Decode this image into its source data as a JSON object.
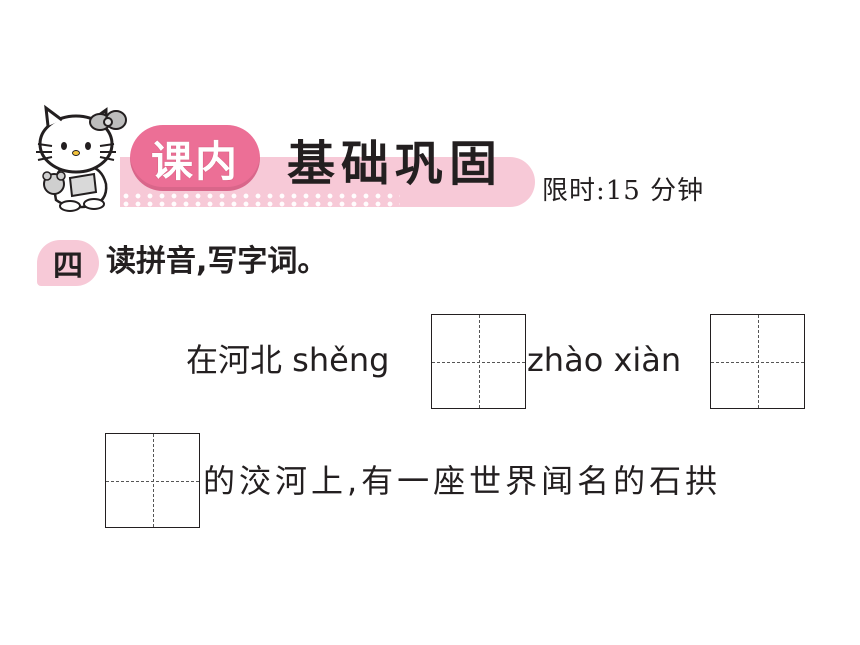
{
  "header": {
    "badge": "课内",
    "title": "基础巩固",
    "time_limit": "限时:15 分钟"
  },
  "question": {
    "number": "四",
    "instruction": "读拼音,写字词。"
  },
  "passage": {
    "line1_prefix": "在河北 shěng",
    "line1_middle": "zhào xiàn",
    "line2": "的洨河上,有一座世界闻名的石拱"
  },
  "colors": {
    "badge_pink": "#ec6f96",
    "banner_pink": "#f7c9d7",
    "text": "#231f20"
  },
  "icons": [
    "hello-kitty-mascot-icon"
  ]
}
